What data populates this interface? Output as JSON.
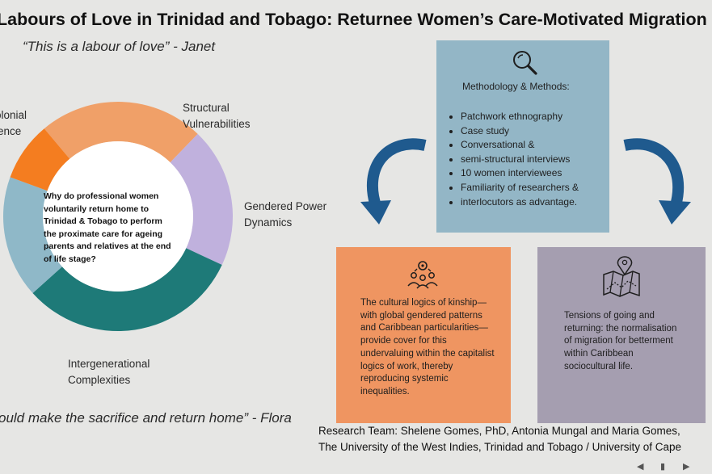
{
  "title": "Labours of Love in Trinidad and Tobago: Returnee Women’s Care-Motivated Migration",
  "quote_top": "“This is a labour of love” - Janet",
  "quote_bottom": "ould make the sacrifice and return home” - Flora",
  "donut": {
    "center_question": "Why do professional women voluntarily return home to Trinidad & Tobago to perform the proximate care for ageing parents and relatives at the end of life stage?",
    "segments": [
      {
        "label_line1": "olonial",
        "label_line2": "ience",
        "color": "#f0a068"
      },
      {
        "label_line1": "Structural",
        "label_line2": "Vulnerabilities",
        "color": "#c0b1dd"
      },
      {
        "label_line1": "Gendered Power",
        "label_line2": "Dynamics",
        "color": "#1e7a78"
      },
      {
        "label_line1": "Intergenerational",
        "label_line2": "Complexities",
        "color": "#8fb8c8"
      },
      {
        "color": "#f47d20"
      }
    ]
  },
  "methodology": {
    "title": "Methodology & Methods:",
    "items": [
      "Patchwork ethnography",
      "Case study",
      "Conversational &",
      "semi-structural interviews",
      "10 women interviewees",
      "Familiarity of researchers &",
      "interlocutors as advantage."
    ],
    "icon": "search-icon"
  },
  "cultural": {
    "text": "The cultural logics of kinship—with global gendered patterns and Caribbean particularities—provide cover for this undervaluing within the capitalist logics of work, thereby reproducing systemic inequalities.",
    "icon": "group-gears-icon"
  },
  "tensions": {
    "text": "Tensions of going and returning: the normalisation of migration for betterment within Caribbean sociocultural life.",
    "icon": "map-pin-icon"
  },
  "research_team": {
    "line1": "Research Team: Shelene Gomes, PhD, Antonia Mungal and Maria Gomes,",
    "line2": "The University of the West Indies, Trinidad and Tobago / University of Cape"
  },
  "colors": {
    "background": "#e6e6e4",
    "methodology_box": "#93b6c6",
    "cultural_box": "#ef9561",
    "tensions_box": "#a59eb0",
    "arrows": "#1f5a8e"
  }
}
